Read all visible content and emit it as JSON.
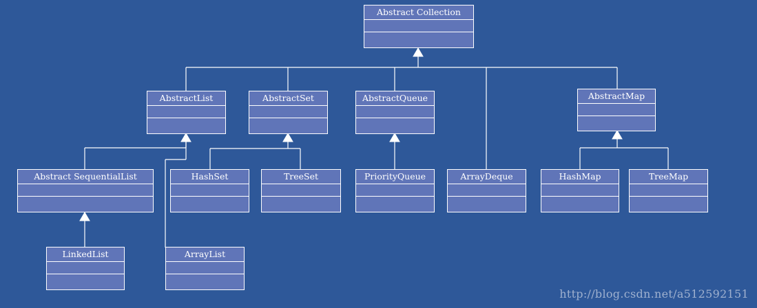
{
  "classes": {
    "abstract_collection": "Abstract Collection",
    "abstract_list": "AbstractList",
    "abstract_set": "AbstractSet",
    "abstract_queue": "AbstractQueue",
    "abstract_map": "AbstractMap",
    "abstract_sequential_list": "Abstract SequentialList",
    "hash_set": "HashSet",
    "tree_set": "TreeSet",
    "priority_queue": "PriorityQueue",
    "array_deque": "ArrayDeque",
    "hash_map": "HashMap",
    "tree_map": "TreeMap",
    "linked_list": "LinkedList",
    "array_list": "ArrayList"
  },
  "watermark": "http://blog.csdn.net/a512592151",
  "colors": {
    "background": "#2e5899",
    "box_fill": "#6075b8",
    "line": "#ffffff",
    "watermark": "#9fb1cf"
  }
}
